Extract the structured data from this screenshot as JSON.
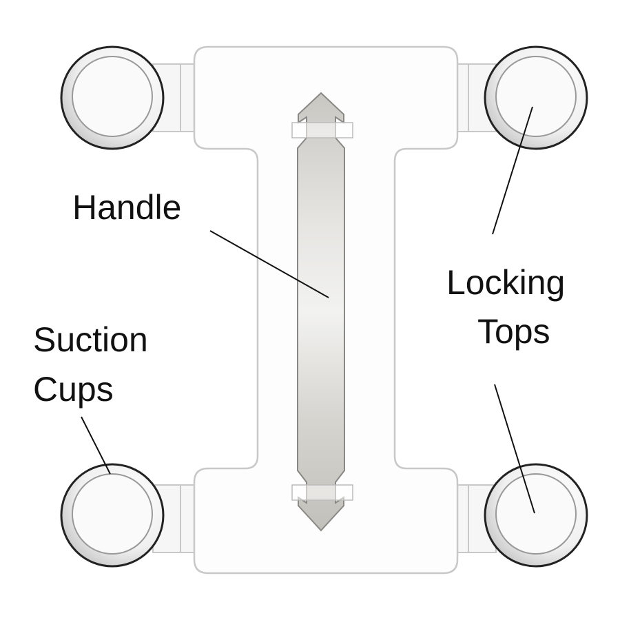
{
  "labels": {
    "handle": "Handle",
    "locking_line1": "Locking",
    "locking_line2": "Tops",
    "suction_line1": "Suction",
    "suction_line2": "Cups"
  },
  "colors": {
    "outline": "#c8c8c8",
    "handle": "#cfcdc8",
    "cup_rim": "#222222",
    "text": "#111111"
  }
}
